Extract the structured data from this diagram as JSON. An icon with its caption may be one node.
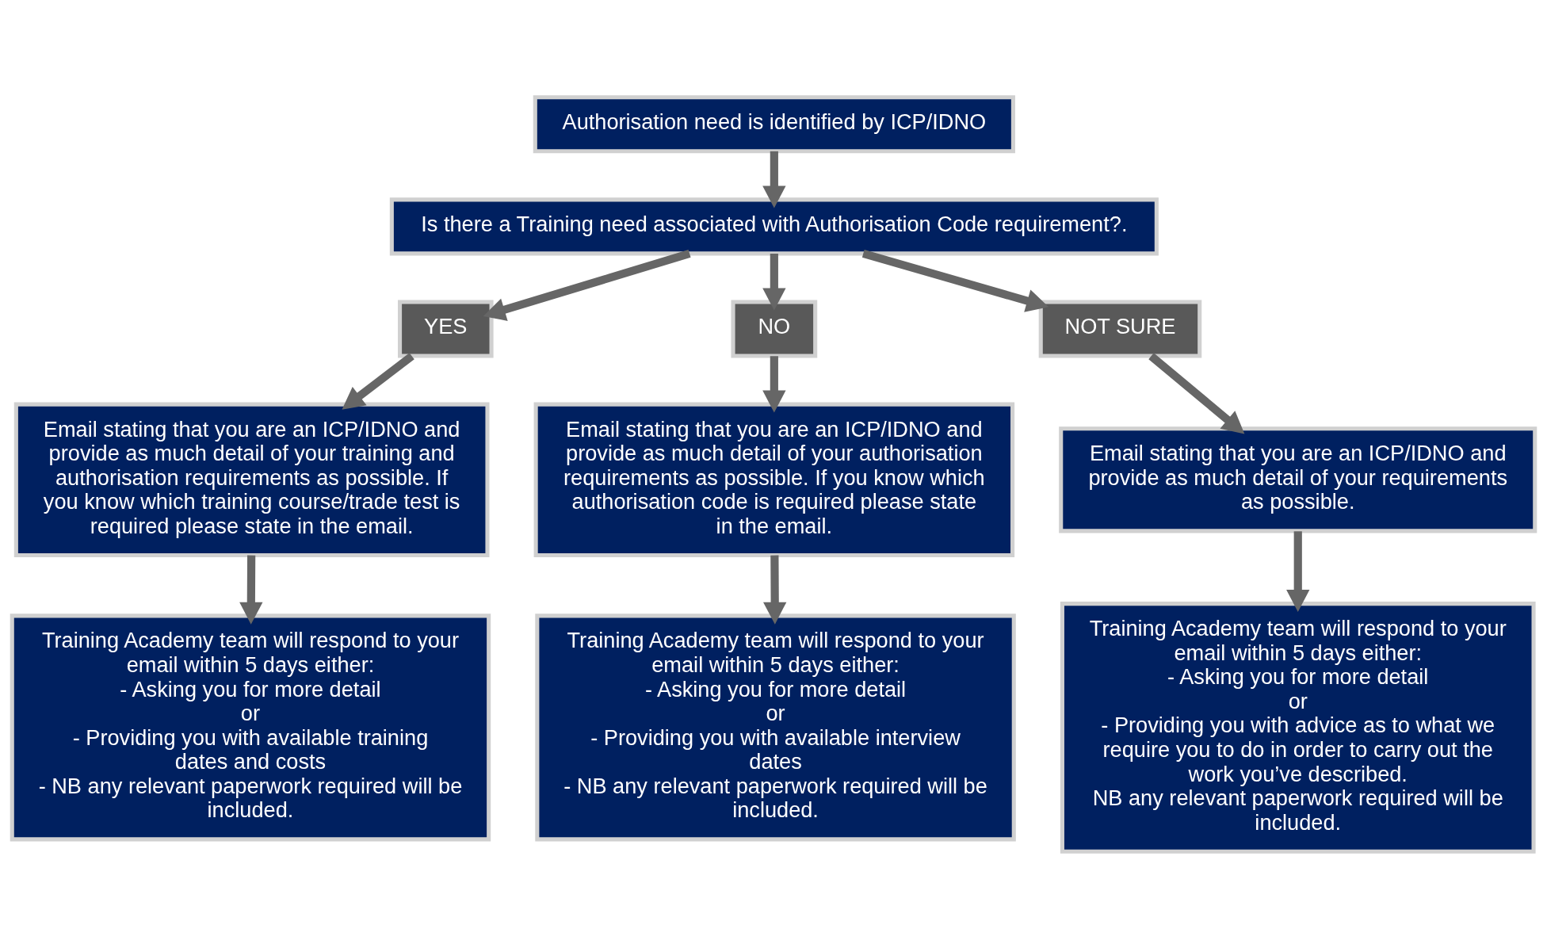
{
  "diagram": {
    "nodes": [
      {
        "text": [
          "Authorisation need is identified by ICP/IDNO"
        ]
      },
      {
        "text": [
          "Is there a Training need associated with Authorisation Code requirement?."
        ]
      },
      {
        "text": [
          "YES"
        ]
      },
      {
        "text": [
          "NO"
        ]
      },
      {
        "text": [
          "NOT SURE"
        ]
      },
      {
        "text": [
          "Email stating that you are an ICP/IDNO and provide as much detail of your training and authorisation requirements as possible. If you know which training course/trade test is required please state in the email."
        ]
      },
      {
        "text": [
          "Training Academy team will respond to your email within 5 days either:",
          "- Asking you for more detail",
          "or",
          "- Providing you with available training dates and costs",
          "- NB any relevant paperwork required will be included."
        ]
      },
      {
        "text": [
          "Email stating that you are an ICP/IDNO and provide as much detail of your authorisation requirements as possible. If you know which authorisation code is required please state in the email."
        ]
      },
      {
        "text": [
          "Training Academy team will respond to your email within 5 days either:",
          "- Asking you for more detail",
          "or",
          "- Providing you with available interview dates",
          "- NB any relevant paperwork required will be included."
        ]
      },
      {
        "text": [
          "Email stating that you are an ICP/IDNO and provide as much detail of your requirements as possible."
        ]
      },
      {
        "text": [
          "Training Academy team will respond to your email within 5 days either:",
          "- Asking you for more detail",
          "or",
          "- Providing you with advice as to what we require you to do in order to carry out the work you’ve described.",
          "NB any relevant paperwork required will be included."
        ]
      }
    ],
    "edges": [
      {
        "from": 0,
        "to": 1,
        "arrow": "to"
      },
      {
        "from": 1,
        "to": 2,
        "arrow": "to"
      },
      {
        "from": 1,
        "to": 3,
        "arrow": "to"
      },
      {
        "from": 1,
        "to": 4,
        "arrow": "to"
      },
      {
        "from": 2,
        "to": 5,
        "arrow": "to"
      },
      {
        "from": 3,
        "to": 7,
        "arrow": "to"
      },
      {
        "from": 4,
        "to": 9,
        "arrow": "to"
      },
      {
        "from": 5,
        "to": 6,
        "arrow": "to"
      },
      {
        "from": 7,
        "to": 8,
        "arrow": "to"
      },
      {
        "from": 9,
        "to": 10,
        "arrow": "to"
      }
    ]
  }
}
